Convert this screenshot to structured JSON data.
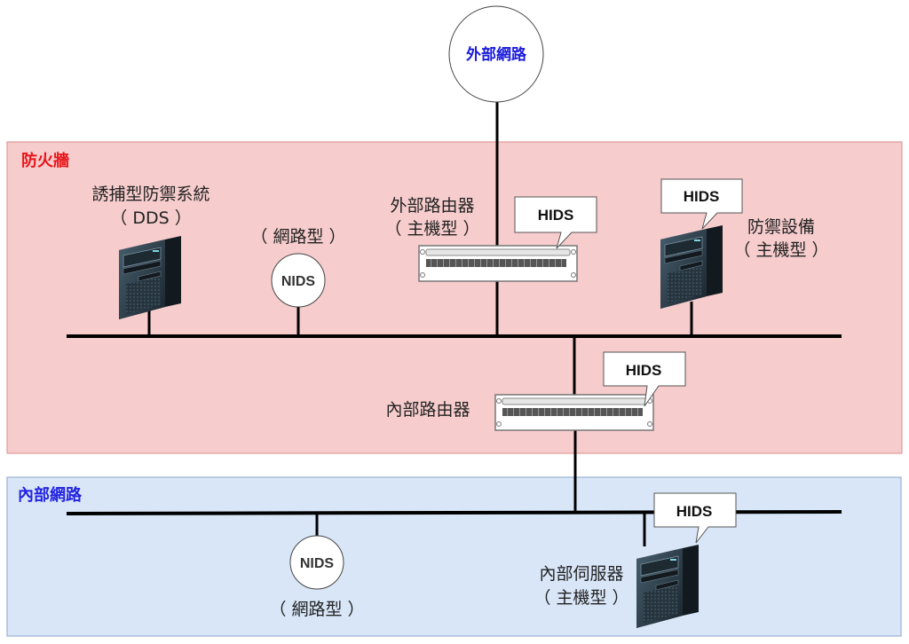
{
  "colors": {
    "firewall_fill": "#f6cccc",
    "firewall_border": "#e09a9a",
    "firewall_title": "#e8141a",
    "internal_fill": "#d8e6f8",
    "internal_border": "#9ab0d0",
    "internal_title": "#2323e0",
    "external_text": "#1a1adc",
    "line": "#000000"
  },
  "external_network": {
    "label": "外部網路"
  },
  "firewall_zone": {
    "title": "防火牆",
    "dds": {
      "line1": "誘捕型防禦系統",
      "line2": "（ DDS ）"
    },
    "nids": {
      "label": "NIDS",
      "type": "（ 網路型 ）"
    },
    "external_router": {
      "line1": "外部路由器",
      "line2": "（ 主機型 ）",
      "hids": "HIDS"
    },
    "defense_device": {
      "line1": "防禦設備",
      "line2": "（ 主機型 ）",
      "hids": "HIDS"
    },
    "internal_router": {
      "label": "內部路由器",
      "hids": "HIDS"
    }
  },
  "internal_zone": {
    "title": "內部網路",
    "nids": {
      "label": "NIDS",
      "type": "（ 網路型 ）"
    },
    "internal_server": {
      "line1": "內部伺服器",
      "line2": "（ 主機型 ）",
      "hids": "HIDS"
    }
  }
}
